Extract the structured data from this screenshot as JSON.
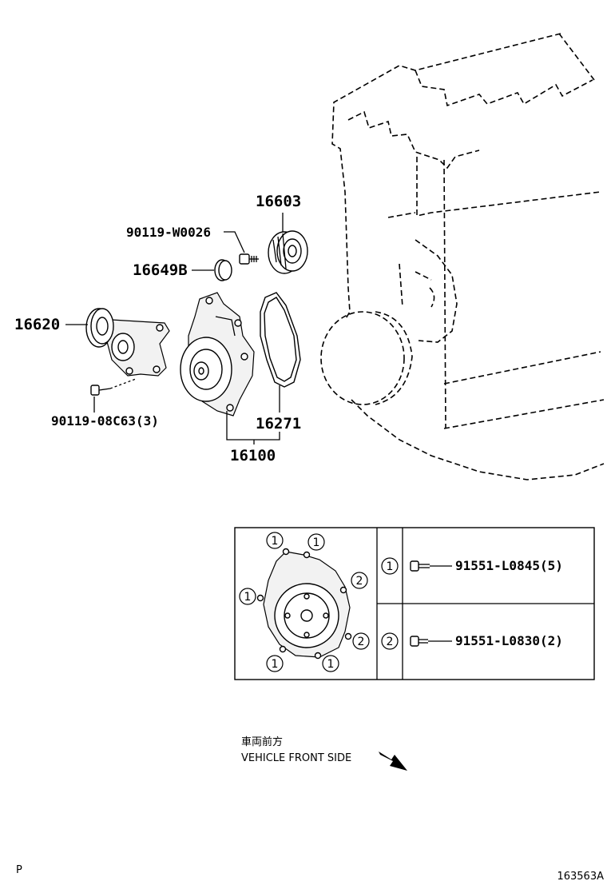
{
  "parts": {
    "p16603": "16603",
    "p90119_w0026": "90119-W0026",
    "p16649b": "16649B",
    "p16620": "16620",
    "p90119_08c63": "90119-08C63(3)",
    "p16271": "16271",
    "p16100": "16100"
  },
  "bolt_table": {
    "rows": [
      {
        "index": "1",
        "part": "91551-L0845(5)"
      },
      {
        "index": "2",
        "part": "91551-L0830(2)"
      }
    ]
  },
  "direction": {
    "label_jp": "車両前方",
    "label_en": "VEHICLE FRONT SIDE"
  },
  "footer": {
    "left": "P",
    "right": "163563A"
  }
}
